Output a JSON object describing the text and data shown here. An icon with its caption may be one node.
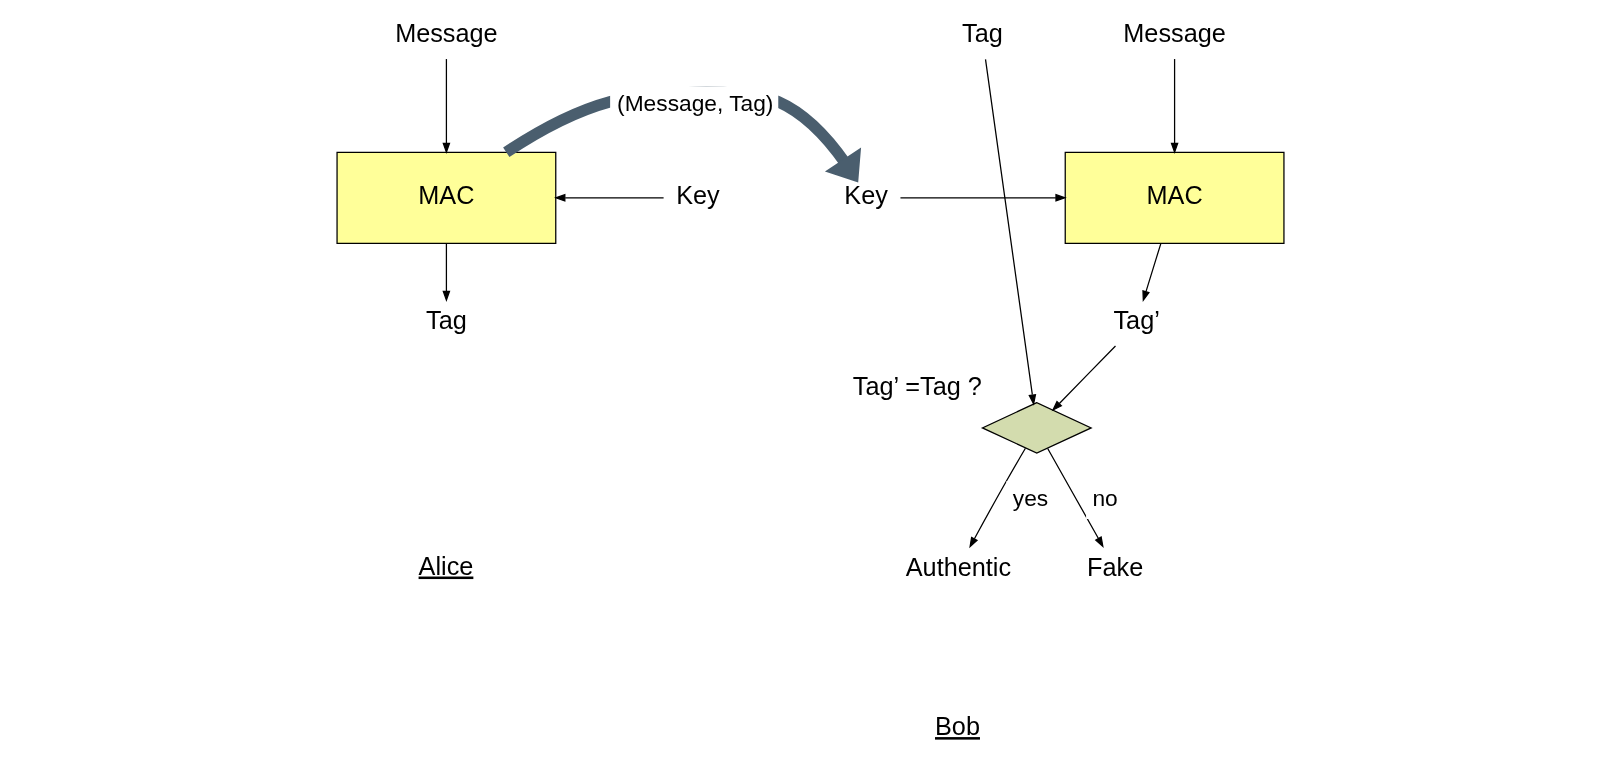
{
  "diagram": {
    "nodes": [
      {
        "text": [
          "Message"
        ]
      },
      {
        "text": [
          "Key"
        ]
      },
      {
        "text": [
          "MAC"
        ]
      },
      {
        "text": [
          "Tag"
        ]
      },
      {
        "text": [
          "Message"
        ]
      },
      {
        "text": [
          "Tag"
        ]
      },
      {
        "text": [
          "Key"
        ]
      },
      {
        "text": [
          "MAC"
        ]
      },
      {
        "text": [
          "Tag’"
        ]
      },
      {
        "text": [],
        "shape": "diamond",
        "beside": [
          "Tag’ =Tag ?"
        ]
      },
      {
        "text": [
          "Fake"
        ]
      },
      {
        "text": [
          "Authentic"
        ]
      }
    ],
    "edges": [
      {
        "from": 0,
        "to": 2,
        "arrow": "to"
      },
      {
        "from": 1,
        "to": 2,
        "arrow": "to"
      },
      {
        "from": 2,
        "to": 3,
        "arrow": "to"
      },
      {
        "from": 2,
        "to": 6,
        "arrow": "to",
        "label": "(Message, Tag)",
        "style": "thick",
        "color": "#4a5e6e"
      },
      {
        "from": 4,
        "to": 7,
        "arrow": "to"
      },
      {
        "from": 6,
        "to": 7,
        "arrow": "to"
      },
      {
        "from": 7,
        "to": 8,
        "arrow": "to"
      },
      {
        "from": 8,
        "to": 9,
        "arrow": "to"
      },
      {
        "from": 5,
        "to": 9,
        "arrow": "to"
      },
      {
        "from": 9,
        "to": 10,
        "arrow": "to",
        "label": "no"
      },
      {
        "from": 9,
        "to": 11,
        "arrow": "to",
        "label": "yes"
      }
    ],
    "labels": [
      "Alice",
      "Bob"
    ]
  }
}
